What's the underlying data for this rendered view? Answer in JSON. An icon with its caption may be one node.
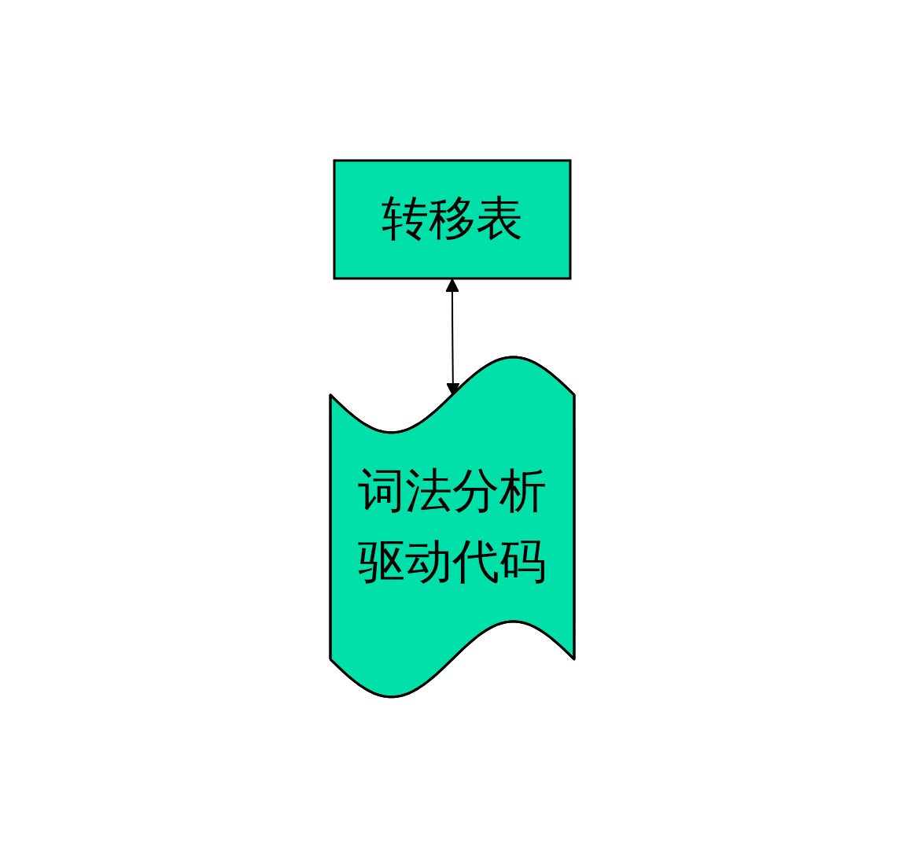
{
  "diagram": {
    "nodes": [
      {
        "text": [
          "转移表"
        ]
      },
      {
        "text": [
          "词法分析驱动代码"
        ]
      }
    ],
    "edges": [
      {
        "from": 0,
        "to": 1,
        "arrow": "both"
      }
    ]
  }
}
